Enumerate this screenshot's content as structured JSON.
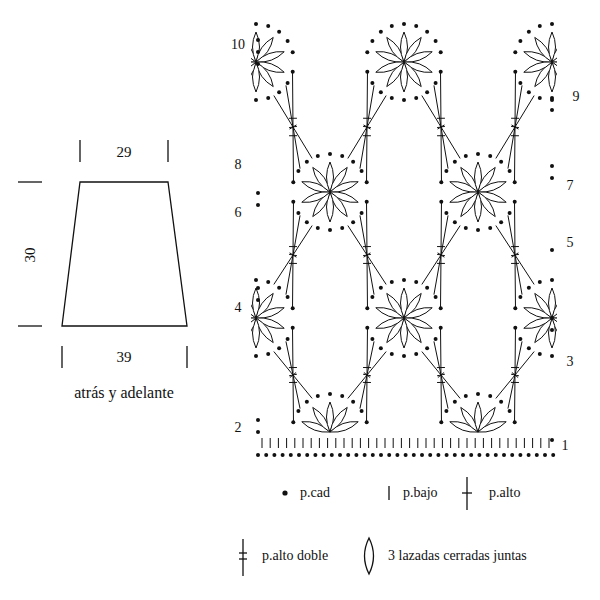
{
  "diagram": {
    "labels": [
      "29",
      "30",
      "39",
      "atrás y adelante",
      "10",
      "9",
      "8",
      "7",
      "6",
      "5",
      "4",
      "3",
      "2",
      "1"
    ],
    "legend": [
      {
        "text": "p.cad"
      },
      {
        "text": "p.bajo"
      },
      {
        "text": "p.alto"
      },
      {
        "text": "p.alto doble"
      },
      {
        "text": "3 lazadas cerradas juntas"
      }
    ]
  }
}
